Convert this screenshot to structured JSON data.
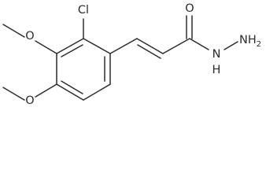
{
  "molecule": {
    "atoms": {
      "chlorine": "Cl",
      "carbonyl_oxygen": "O",
      "hydrazide_nh": "N",
      "hydrazide_h_nh": "H",
      "terminal_nh2": "N",
      "terminal_h2": "H",
      "terminal_subscript": "2",
      "methoxy_oxygen_upper": "O",
      "methoxy_oxygen_lower": "O"
    }
  }
}
